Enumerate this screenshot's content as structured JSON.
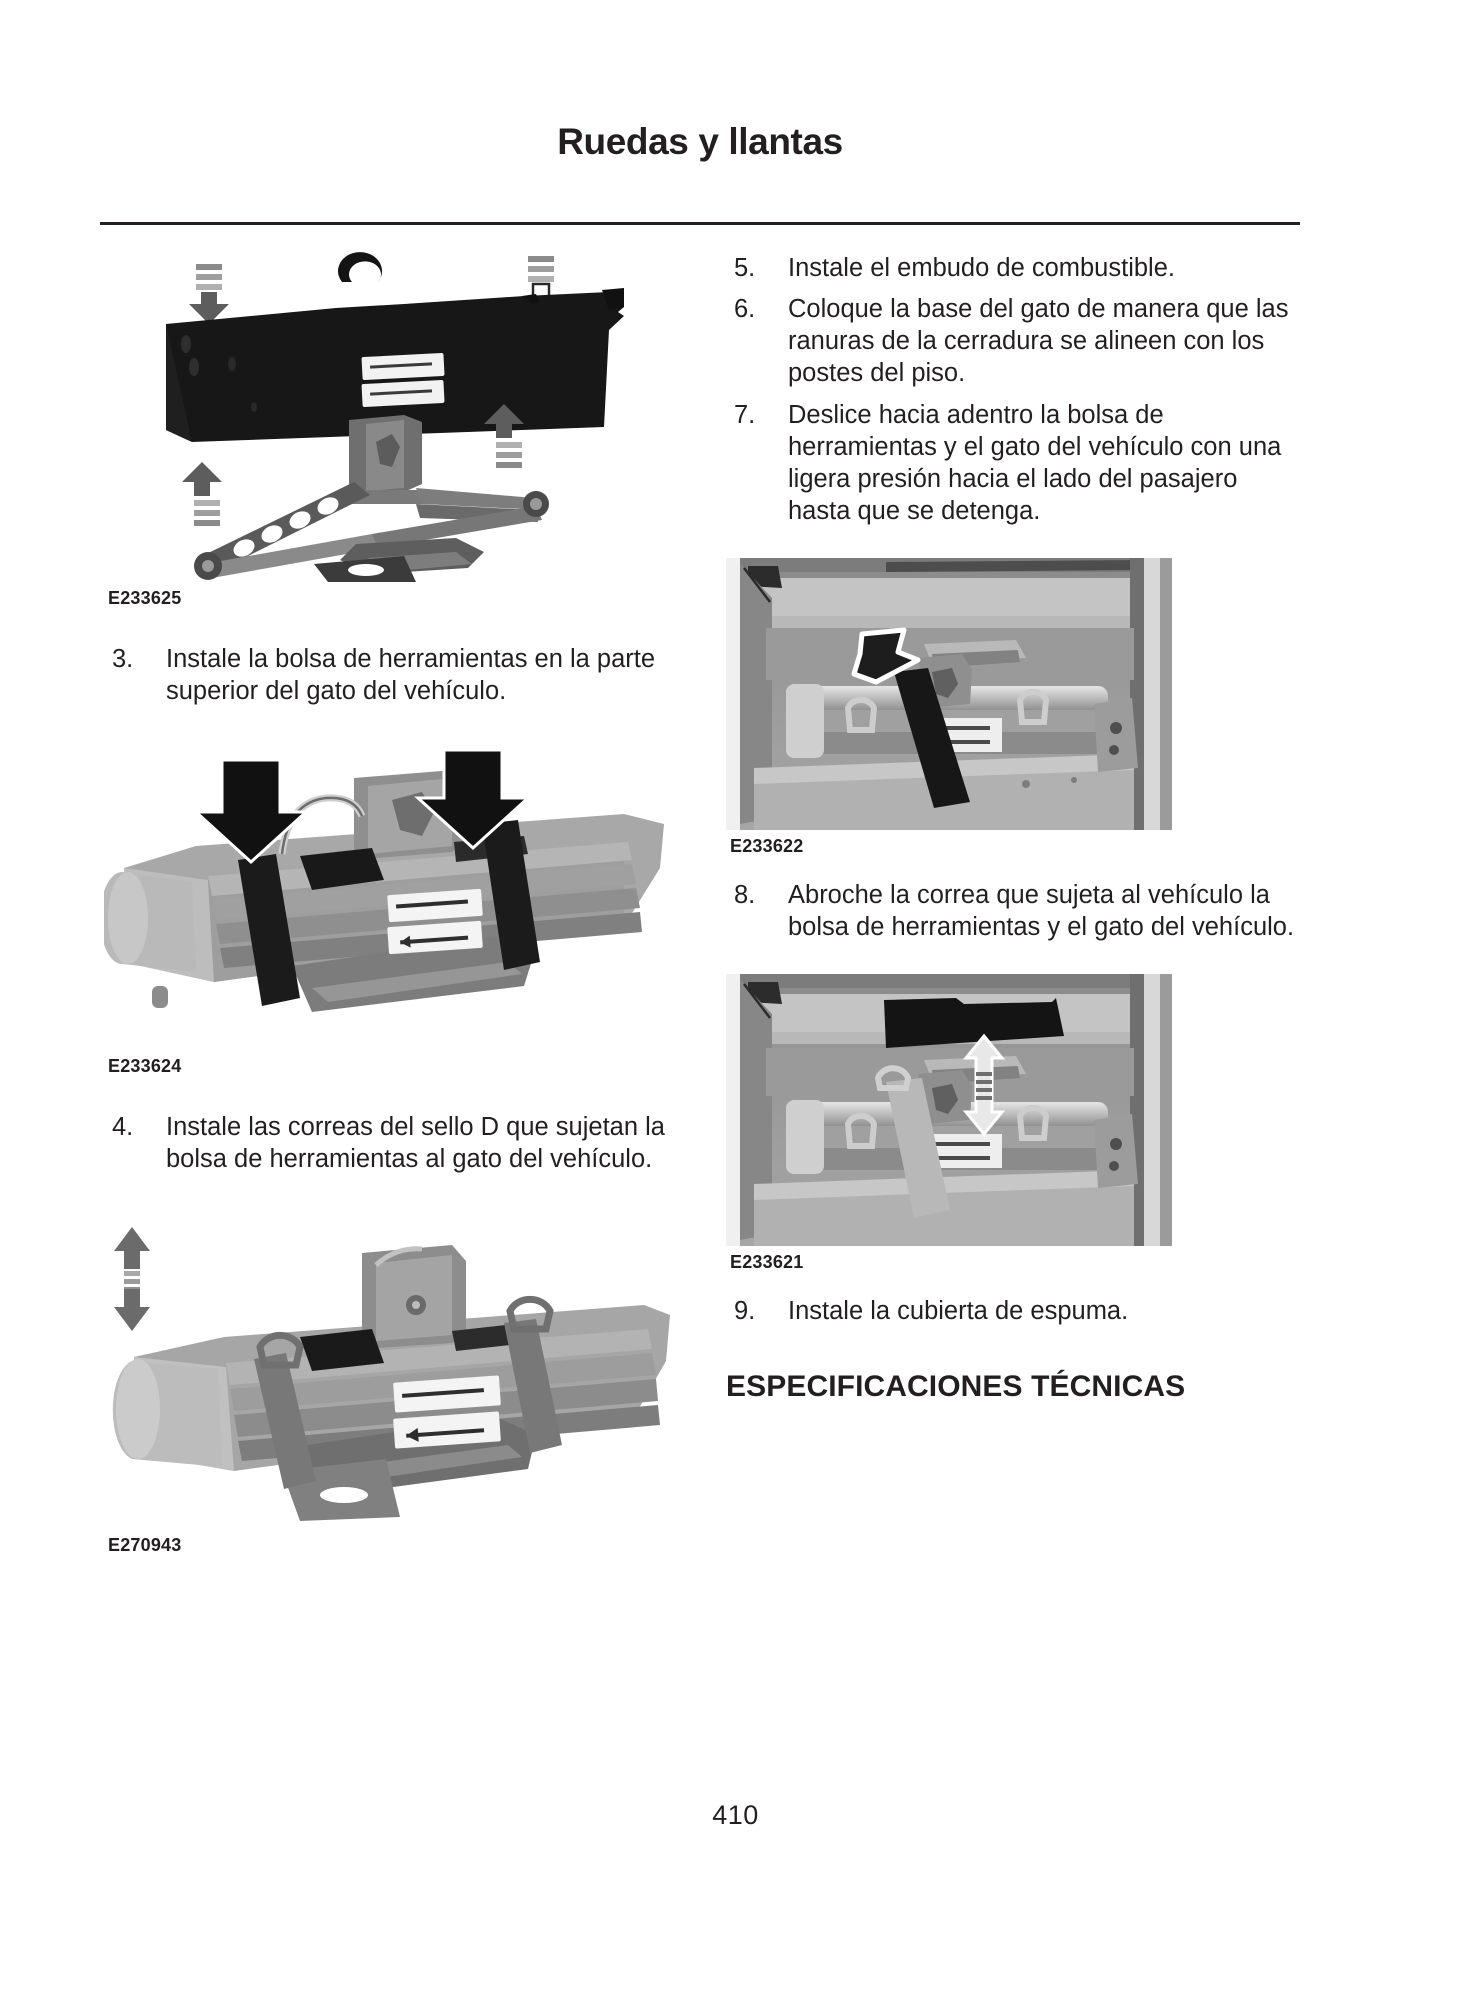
{
  "header": {
    "title": "Ruedas y llantas"
  },
  "footer": {
    "page_number": "410"
  },
  "left_column": {
    "figure_1": {
      "caption": "E233625",
      "alt": "Bolsa de herramientas negra colocada sobre el gato de tijera del vehiculo con flechas de direccion"
    },
    "step_3": {
      "number": "3.",
      "text": "Instale la bolsa de herramientas en la parte superior del gato del vehículo."
    },
    "figure_2": {
      "caption": "E233624",
      "alt": "Bolsa de herramientas sujeta al gato con dos correas y flechas negras hacia abajo"
    },
    "step_4": {
      "number": "4.",
      "text": "Instale las correas del sello D que sujetan la bolsa de herramientas al gato del vehículo."
    },
    "figure_3": {
      "caption": "E270943",
      "alt": "Conjunto de bolsa y gato con correas de sello D y flecha vertical doble"
    }
  },
  "right_column": {
    "step_5": {
      "number": "5.",
      "text": "Instale el embudo de combustible."
    },
    "step_6": {
      "number": "6.",
      "text": "Coloque la base del gato de manera que las ranuras de la cerradura se alineen con los postes del piso."
    },
    "step_7": {
      "number": "7.",
      "text": "Deslice hacia adentro la bolsa de herramientas y el gato del vehículo con una ligera presión hacia el lado del pasajero hasta que se detenga."
    },
    "figure_4": {
      "caption": "E233622",
      "alt": "Fotografia del compartimiento de carga con la correa y flecha blanca senalando hacia abajo"
    },
    "step_8": {
      "number": "8.",
      "text": "Abroche la correa que sujeta al vehículo la bolsa de herramientas y el gato del vehículo."
    },
    "figure_5": {
      "caption": "E233621",
      "alt": "Fotografia del compartimiento de carga con la correa abrochada y flecha de doble punta"
    },
    "step_9": {
      "number": "9.",
      "text": "Instale la cubierta de espuma."
    },
    "section_heading": "ESPECIFICACIONES TÉCNICAS"
  },
  "colors": {
    "ink": "#231f20",
    "rule": "#231f20",
    "photo_dark": "#3c3c3c",
    "photo_mid": "#8e8e8e",
    "photo_light": "#c9c9c9",
    "illustration_metal": "#9a9a9a"
  }
}
